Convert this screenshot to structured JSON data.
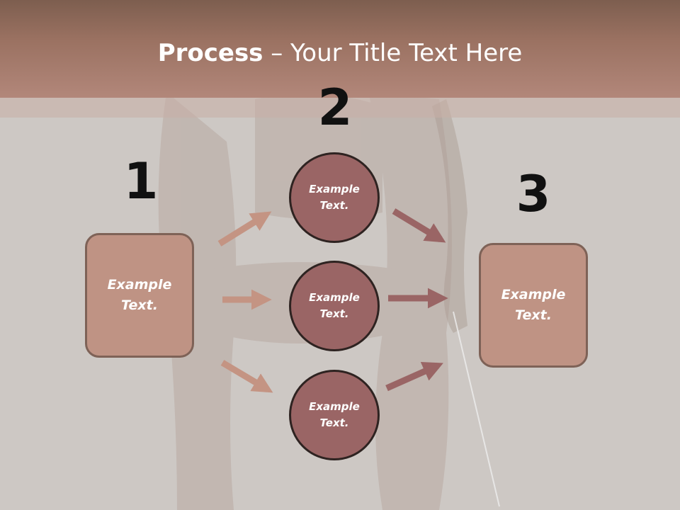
{
  "slide": {
    "title_bold": "Process",
    "title_rest": " – Your Title Text Here",
    "numbers": [
      "1",
      "2",
      "3"
    ],
    "left_box": {
      "text_line1": "Example",
      "text_line2": "Text."
    },
    "right_box": {
      "text_line1": "Example",
      "text_line2": "Text."
    },
    "circles": [
      {
        "text_line1": "Example",
        "text_line2": "Text."
      },
      {
        "text_line1": "Example",
        "text_line2": "Text."
      },
      {
        "text_line1": "Example",
        "text_line2": "Text."
      }
    ]
  },
  "colors": {
    "header": "#a37a6b",
    "box_fill": "#bf9384",
    "box_border": "#7e6257",
    "circle_fill": "#9a6565",
    "circle_border": "#2e2321",
    "arrow_left": "#c49483",
    "arrow_right": "#9a6565",
    "background": "#cdc8c4"
  }
}
